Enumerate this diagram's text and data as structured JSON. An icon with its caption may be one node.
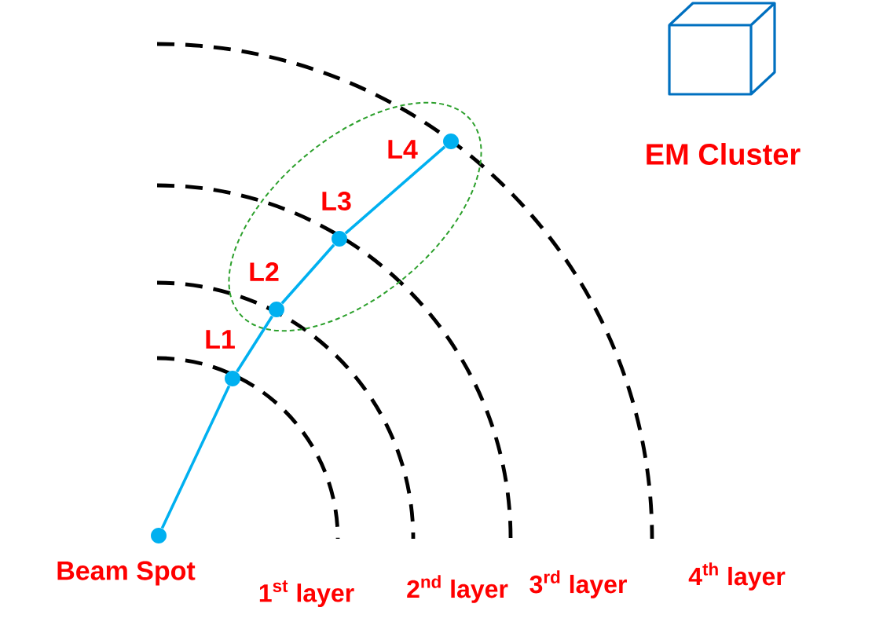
{
  "diagram": {
    "nodes": [
      {
        "text": [],
        "shape": "circle",
        "beside": [
          "Beam Spot"
        ]
      },
      {
        "text": [],
        "shape": "circle",
        "beside": [
          "L1"
        ]
      },
      {
        "text": [],
        "shape": "circle",
        "beside": [
          "L2"
        ]
      },
      {
        "text": [],
        "shape": "circle",
        "beside": [
          "L3"
        ]
      },
      {
        "text": [],
        "shape": "circle",
        "beside": [
          "L4"
        ]
      }
    ],
    "edges": [
      {
        "from": 0,
        "to": 1,
        "arrow": "none"
      },
      {
        "from": 1,
        "to": 2,
        "arrow": "none"
      },
      {
        "from": 2,
        "to": 3,
        "arrow": "none"
      },
      {
        "from": 3,
        "to": 4,
        "arrow": "none"
      }
    ],
    "labels": [
      "EM Cluster",
      "1$^{st}$ layer",
      "2$^{nd}$ layer",
      "3$^{rd}$ layer",
      "4$^{th}$ layer"
    ]
  }
}
